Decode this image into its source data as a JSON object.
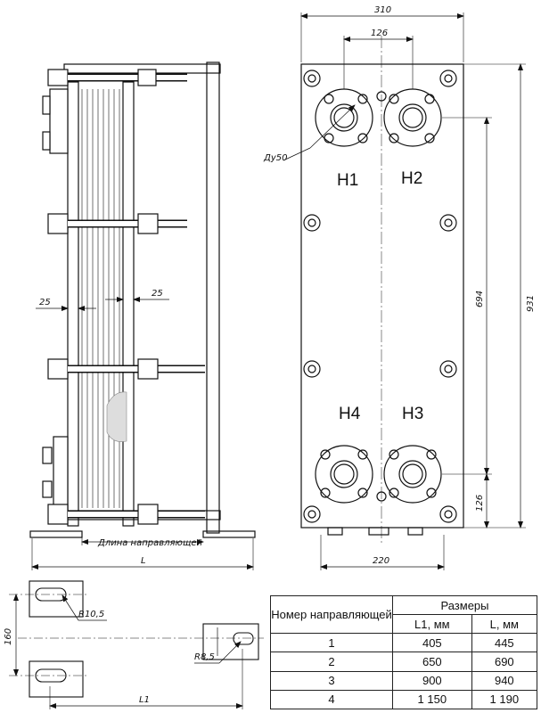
{
  "dimensions": {
    "width_total": "310",
    "port_spacing_h": "126",
    "height_total": "931",
    "port_spacing_v": "694",
    "bottom_offset": "126",
    "base_width": "220",
    "port_size": "Ду50",
    "plate_gap_1": "25",
    "plate_gap_2": "25",
    "guide_length": "Длина направляющей",
    "length_L": "L",
    "slot_r1": "R10,5",
    "slot_r2": "R8,5",
    "slot_spacing": "160",
    "length_L1": "L1"
  },
  "ports": {
    "h1": "Н1",
    "h2": "Н2",
    "h3": "Н3",
    "h4": "Н4"
  },
  "table": {
    "col1_header": "Номер направляющей",
    "col2_header": "Размеры",
    "sub_l1": "L1, мм",
    "sub_l": "L, мм",
    "rows": [
      {
        "num": "1",
        "l1": "405",
        "l": "445"
      },
      {
        "num": "2",
        "l1": "650",
        "l": "690"
      },
      {
        "num": "3",
        "l1": "900",
        "l": "940"
      },
      {
        "num": "4",
        "l1": "1 150",
        "l": "1 190"
      }
    ]
  }
}
